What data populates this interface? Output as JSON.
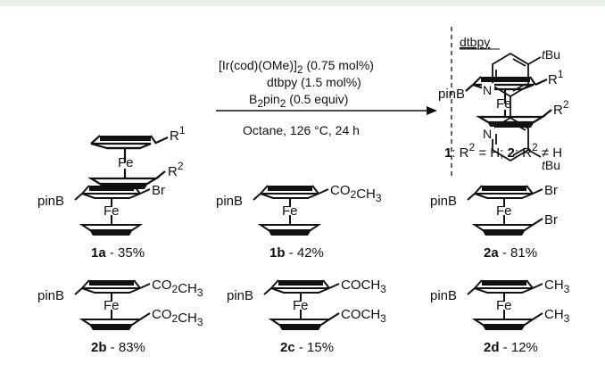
{
  "conditions": {
    "line1": "[Ir(cod)(OMe)]",
    "line1_sub": "2",
    "line1_tail": " (0.75 mol%)",
    "line2": "dtbpy (1.5 mol%)",
    "line3_a": "B",
    "line3_sub1": "2",
    "line3_b": "pin",
    "line3_sub2": "2",
    "line3_c": " (0.5 equiv)",
    "line4": "Octane, 126 °C, 24 h"
  },
  "reactant": {
    "r1_main": "R",
    "r1_sup": "1",
    "r2_main": "R",
    "r2_sup": "2",
    "metal": "Fe"
  },
  "product": {
    "pinb": "pinB",
    "metal": "Fe",
    "r1_main": "R",
    "r1_sup": "1",
    "r2_main": "R",
    "r2_sup": "2",
    "label_num1": "1",
    "label_mid1": ": R",
    "label_sup1": "2",
    "label_tail1": " = H; ",
    "label_num2": "2",
    "label_mid2": ": R",
    "label_sup2": "2",
    "label_tail2": " ≠ H"
  },
  "ligand": {
    "title": "dtbpy",
    "n": "N",
    "tbu_t": "t",
    "tbu_bu": "Bu"
  },
  "compounds": [
    {
      "id": "1a",
      "pct": " - 35%",
      "top_sub": "Br",
      "bottom_sub": ""
    },
    {
      "id": "1b",
      "pct": " - 42%",
      "top_sub": "CO2CH3",
      "bottom_sub": ""
    },
    {
      "id": "2a",
      "pct": " - 81%",
      "top_sub": "Br",
      "bottom_sub": "Br"
    },
    {
      "id": "2b",
      "pct": " - 83%",
      "top_sub": "CO2CH3",
      "bottom_sub": "CO2CH3"
    },
    {
      "id": "2c",
      "pct": " - 15%",
      "top_sub": "COCH3",
      "bottom_sub": "COCH3"
    },
    {
      "id": "2d",
      "pct": " - 12%",
      "top_sub": "CH3",
      "bottom_sub": "CH3"
    }
  ],
  "text_pinb": "pinB",
  "text_fe": "Fe",
  "colors": {
    "top_band": "#e9f1e9",
    "ink": "#111111"
  }
}
